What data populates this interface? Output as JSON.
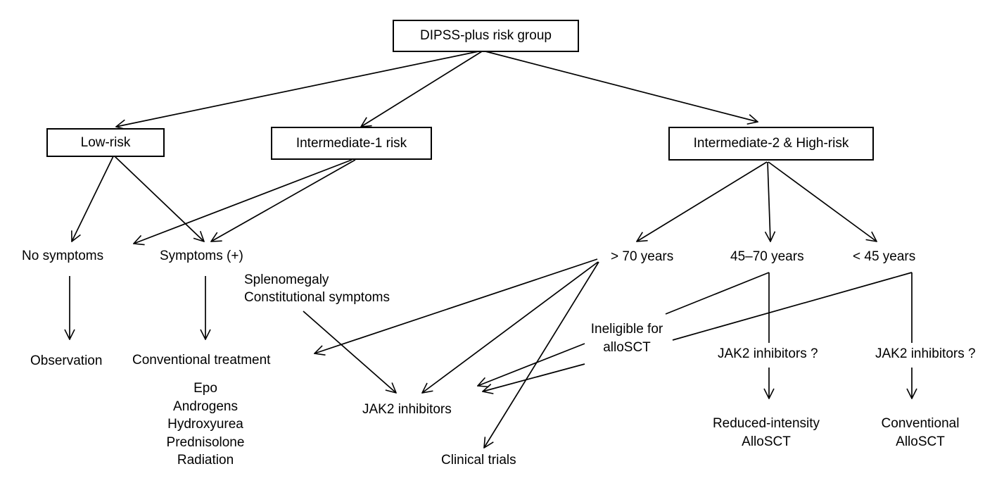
{
  "boxes": {
    "root": "DIPSS-plus risk group",
    "low": "Low-risk",
    "int1": "Intermediate-1 risk",
    "int2high": "Intermediate-2 & High-risk"
  },
  "labels": {
    "no_symptoms": "No symptoms",
    "symptoms": "Symptoms (+)",
    "splenomegaly": "Splenomegaly",
    "constitutional": "Constitutional symptoms",
    "observation": "Observation",
    "conventional_treatment": "Conventional treatment",
    "jak2": "JAK2 inhibitors",
    "clinical_trials": "Clinical trials",
    "over70": "> 70 years",
    "age45to70": "45–70 years",
    "under45": "< 45 years",
    "ineligible": [
      "Ineligible for",
      "alloSCT"
    ],
    "jak2_q1": "JAK2 inhibitors ?",
    "jak2_q2": "JAK2 inhibitors ?",
    "reduced_allosct": [
      "Reduced-intensity",
      "AlloSCT"
    ],
    "conventional_allosct": [
      "Conventional",
      "AlloSCT"
    ]
  },
  "treatments": [
    "Epo",
    "Androgens",
    "Hydroxyurea",
    "Prednisolone",
    "Radiation"
  ]
}
